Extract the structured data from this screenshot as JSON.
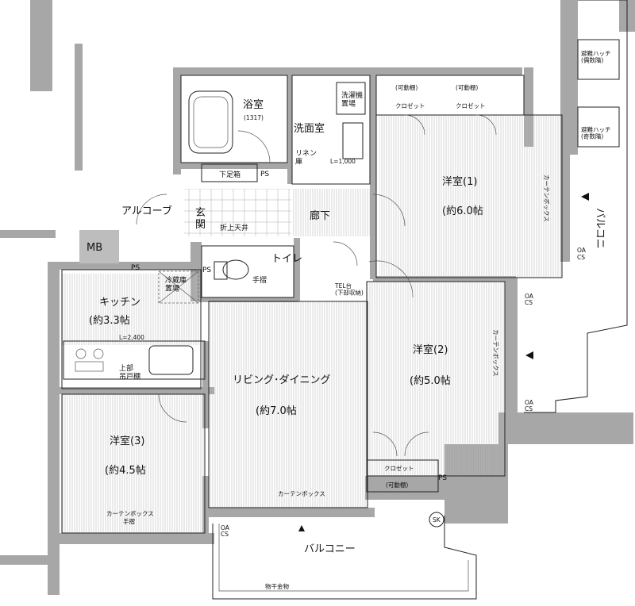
{
  "rooms": {
    "bath": "浴室",
    "bath_size": "(1317)",
    "washroom": "洗面室",
    "laundry": "洗濯機\n置場",
    "linen": "リネン\n庫",
    "l_dim": "L=1,000",
    "handrail": "手摺",
    "shoe_box": "下足箱",
    "ps": "PS",
    "alcove": "アルコーブ",
    "entrance": "玄\n関",
    "ceiling": "折上天井",
    "hallway": "廊下",
    "mb": "MB",
    "toilet": "トイレ",
    "fridge": "冷蔵庫\n置場",
    "kitchen": "キッチン",
    "kitchen_size": "(約3.3帖",
    "kitchen_l": "L=2,400",
    "upper_cabinet": "上部\n吊戸棚",
    "ldk": "リビング･ダイニング",
    "ldk_size": "(約7.0帖",
    "room1": "洋室(1)",
    "room1_size": "(約6.0帖",
    "room2": "洋室(2)",
    "room2_size": "(約5.0帖",
    "room3": "洋室(3)",
    "room3_size": "(約4.5帖",
    "shelf_movable": "(可動棚)",
    "closet": "クロゼット",
    "curtain_box": "カーテンボックス",
    "tel": "TEL台\n(下部収納)",
    "balcony": "バルコニー",
    "balcony_side": "バルコニ",
    "hatch_even": "避難ハッチ\n(偶数階)",
    "hatch_odd": "避難ハッチ\n(奇数階)",
    "oa": "OA",
    "cs": "CS",
    "sk": "SK",
    "drying_rack": "物干金物"
  }
}
